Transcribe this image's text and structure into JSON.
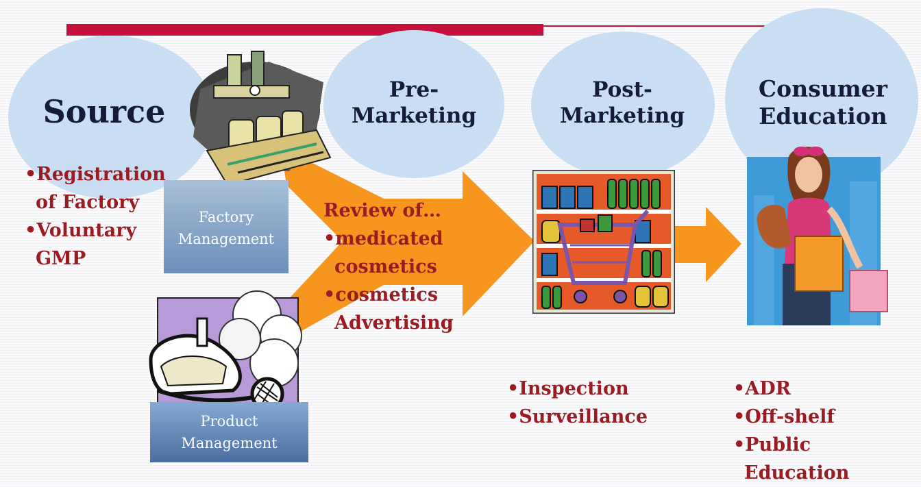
{
  "stages": {
    "source": {
      "title": "Source",
      "bullets": [
        "•Registration",
        "of Factory",
        "•Voluntary",
        "GMP"
      ]
    },
    "pre_marketing": {
      "title_line1": "Pre-",
      "title_line2": "Marketing",
      "bullets": [
        "Review of…",
        "•medicated",
        "cosmetics",
        "•cosmetics",
        "Advertising"
      ]
    },
    "post_marketing": {
      "title_line1": "Post-",
      "title_line2": "Marketing",
      "bullets": [
        "•Inspection",
        "•Surveillance"
      ]
    },
    "consumer_education": {
      "title_line1": "Consumer",
      "title_line2": "Education",
      "bullets": [
        "•ADR",
        "•Off-shelf",
        "•Public",
        "Education"
      ]
    }
  },
  "boxes": {
    "factory": {
      "line1": "Factory",
      "line2": "Management"
    },
    "product": {
      "line1": "Product",
      "line2": "Management"
    }
  },
  "colors": {
    "accent_bar": "#c4103a",
    "bubble": "#c9def2",
    "arrow": "#f7961e",
    "bullet_text": "#9a1c23",
    "title_text": "#151c3b"
  }
}
